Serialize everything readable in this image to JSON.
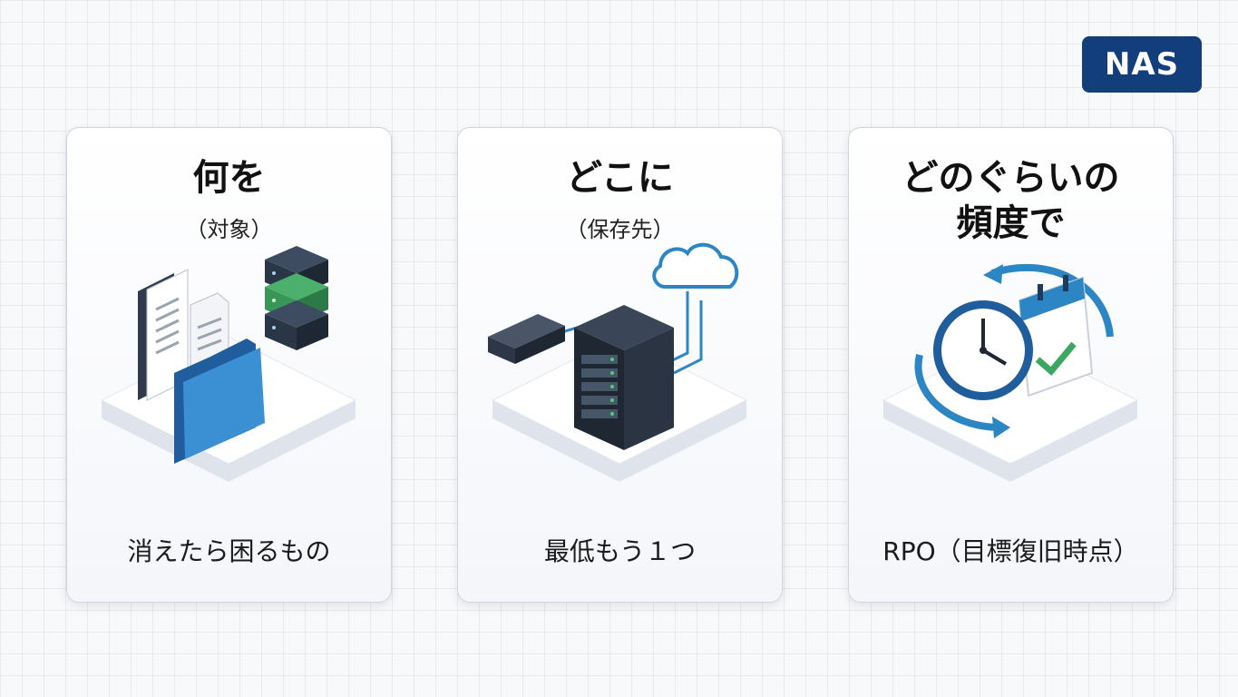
{
  "badge": {
    "label": "NAS"
  },
  "cards": [
    {
      "title": "何を",
      "subtitle": "（対象）",
      "footer": "消えたら困るもの",
      "icon": "files-and-servers-icon"
    },
    {
      "title": "どこに",
      "subtitle": "（保存先）",
      "footer": "最低もう１つ",
      "icon": "nas-and-cloud-icon"
    },
    {
      "title_line1": "どのぐらいの",
      "title_line2": "頻度で",
      "footer": "RPO（目標復旧時点）",
      "icon": "clock-calendar-icon"
    }
  ],
  "colors": {
    "badge_bg": "#123f7c",
    "accent_blue": "#2d86c4",
    "server_green": "#3aa05a",
    "check_green": "#3aa860"
  }
}
